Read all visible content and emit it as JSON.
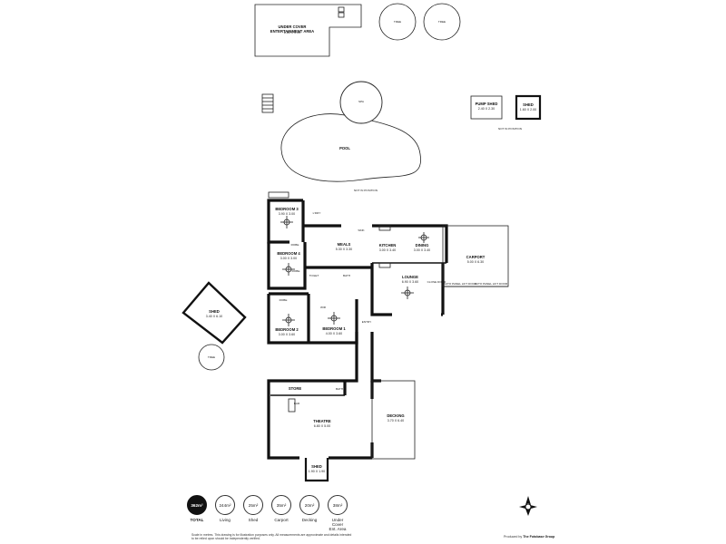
{
  "rooms": {
    "entertainment": {
      "name": "UNDER COVER\nENTERTAINMENT AREA",
      "dims": "6.80 X 5.00"
    },
    "spa": "SPA",
    "pump_shed": {
      "name": "PUMP SHED",
      "dims": "2.40 X 2.30"
    },
    "shed_top": {
      "name": "SHED",
      "dims": "1.60 X 2.00"
    },
    "not_in_position_top": "NOT IN POSITION",
    "pool": "POOL",
    "not_in_position_mid": "NOT IN POSITION",
    "bedroom3": {
      "name": "BEDROOM 3",
      "dims": "3.90 X 3.00"
    },
    "bedroom4": {
      "name": "BEDROOM 4",
      "dims": "3.00 X 3.00"
    },
    "bedroom2": {
      "name": "BEDROOM 2",
      "dims": "3.00 X 3.60"
    },
    "bedroom1": {
      "name": "BEDROOM 1",
      "dims": "4.00 X 3.60"
    },
    "meals": {
      "name": "MEALS",
      "dims": "5.30 X 3.30"
    },
    "kitchen": {
      "name": "KITCHEN",
      "dims": "3.00 X 3.40"
    },
    "dining": {
      "name": "DINING",
      "dims": "3.00 X 3.40"
    },
    "lounge": {
      "name": "LOUNGE",
      "dims": "6.90 X 3.60"
    },
    "carport": {
      "name": "CARPORT",
      "dims": "5.00 X 6.30"
    },
    "shed_side": {
      "name": "SHED",
      "dims": "3.40 X 6.10"
    },
    "store": "STORE",
    "theatre": {
      "name": "THEATRE",
      "dims": "6.80 X 5.00"
    },
    "decking": {
      "name": "DECKING",
      "dims": "3.70 X 6.40"
    },
    "shed_bottom": {
      "name": "SHED",
      "dims": "1.90 X 1.90"
    },
    "tree_labels": [
      "TREE",
      "TREE",
      "TREE"
    ],
    "small_labels": [
      "L'DRY",
      "ROBE",
      "ROBE",
      "ROBE",
      "ENTRY",
      "BAR",
      "BATH",
      "WIR",
      "TOILET",
      "BATH",
      "SINK",
      "AUTO PANEL LIFT DOOR",
      "AUTO PANEL LIFT DOOR",
      "CLOSE DOOR"
    ]
  },
  "stats": [
    {
      "value": "362m²",
      "label": "TOTAL",
      "dark": true
    },
    {
      "value": "244m²",
      "label": "Living",
      "dark": false
    },
    {
      "value": "25m²",
      "label": "Shed",
      "dark": false
    },
    {
      "value": "35m²",
      "label": "Carport",
      "dark": false
    },
    {
      "value": "20m²",
      "label": "Decking",
      "dark": false
    },
    {
      "value": "38m²",
      "label": "Under Cover\nEnt. Area",
      "dark": false
    }
  ],
  "disclaimer": "Scale in metres. This drawing is for illustration purposes only. All measurements are approximate and details intended to be relied upon should be independently verified.",
  "producer": {
    "prefix": "Produced by",
    "name": "The Fotobase Group"
  }
}
